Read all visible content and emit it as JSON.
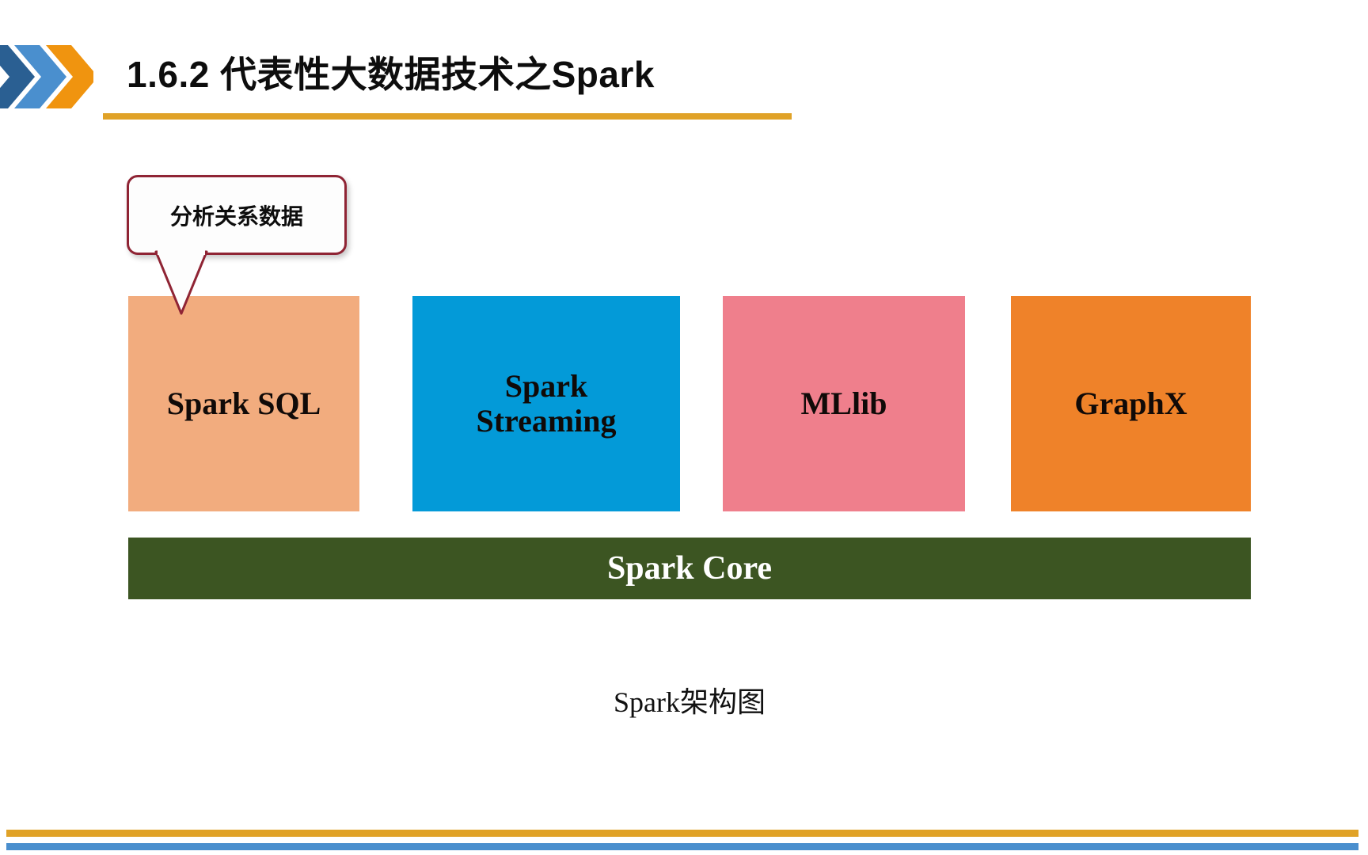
{
  "header": {
    "title": "1.6.2  代表性大数据技术之Spark",
    "underline_color": "#e0a227",
    "chevrons": [
      {
        "name": "chevron-dark-blue",
        "color": "#2a5f92"
      },
      {
        "name": "chevron-blue",
        "color": "#4a8fce"
      },
      {
        "name": "chevron-orange",
        "color": "#f0940f"
      }
    ]
  },
  "callout": {
    "text": "分析关系数据",
    "border_color": "#8f2434",
    "fill_color": "#fdfdfd",
    "points_to": "Spark SQL"
  },
  "diagram": {
    "title": "Spark架构图",
    "components": [
      {
        "label": "Spark SQL",
        "color": "#f2ac7e"
      },
      {
        "label": "Spark\nStreaming",
        "color": "#039ad8"
      },
      {
        "label": "MLlib",
        "color": "#ef7f8c"
      },
      {
        "label": "GraphX",
        "color": "#ef8229"
      }
    ],
    "core": {
      "label": "Spark Core",
      "color": "#3c5522",
      "text_color": "#ffffff"
    }
  },
  "footer": {
    "orange_rule_color": "#e0a227",
    "blue_rule_color": "#4a8fce"
  }
}
